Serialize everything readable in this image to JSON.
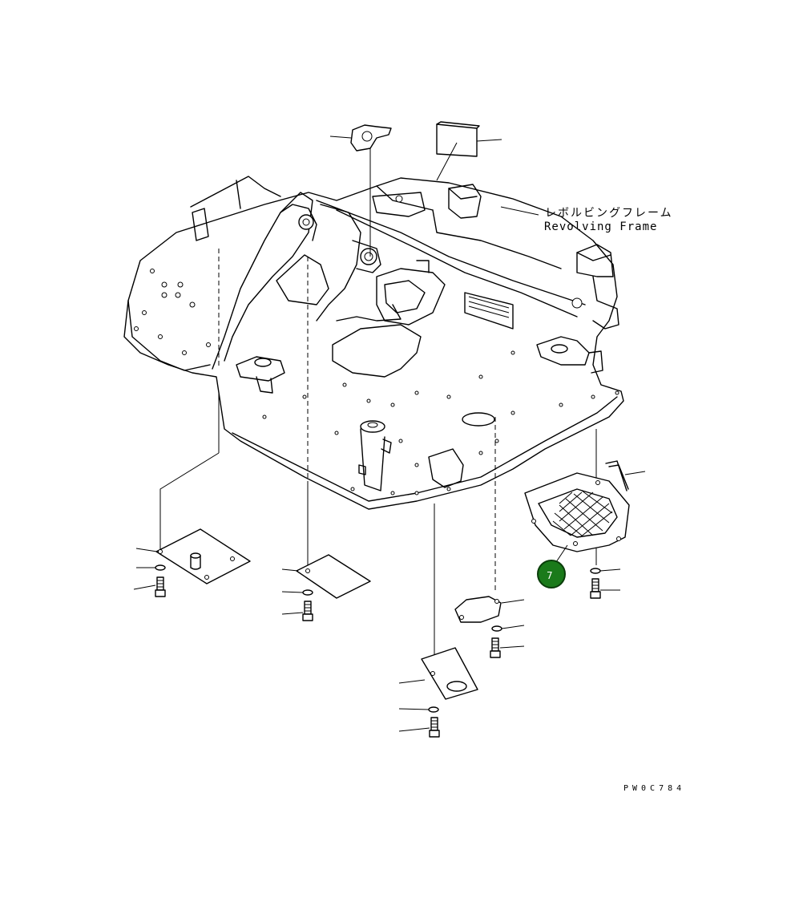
{
  "diagram": {
    "part_label_jp": "レボルビングフレーム",
    "part_label_en": "Revolving Frame",
    "drawing_code": "PW0C784",
    "callouts": [
      {
        "number": "7",
        "color": "#1a7a1a"
      }
    ]
  }
}
